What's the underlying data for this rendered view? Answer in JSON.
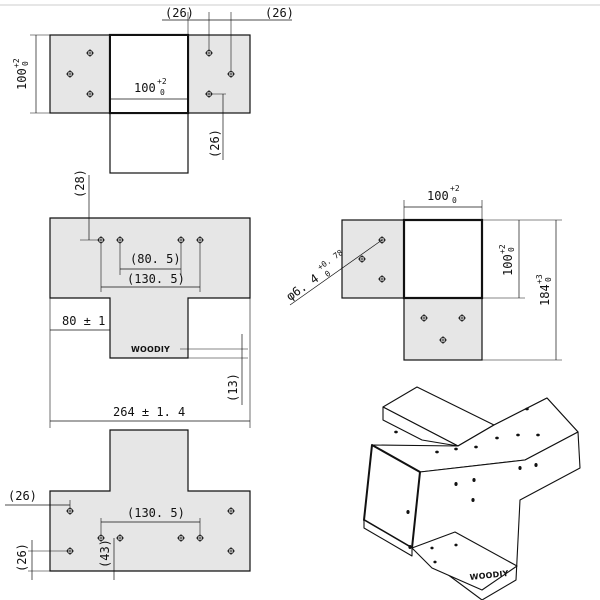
{
  "dimensions": {
    "top_left_26": "(26)",
    "top_right_26": "(26)",
    "top_height_100": "100",
    "top_height_tol_up": "+2",
    "top_height_tol_dn": "0",
    "top_inner_100": "100",
    "top_inner_tol_up": "+2",
    "top_inner_tol_dn": "0",
    "top_vert_26": "(26)",
    "front_28": "(28)",
    "front_80_5": "(80. 5)",
    "front_130_5": "(130. 5)",
    "front_80_tol": "80 ± 1",
    "front_13": "(13)",
    "front_264": "264 ± 1. 4",
    "side_100": "100",
    "side_100_tol_up": "+2",
    "side_100_tol_dn": "0",
    "side_100v": "100",
    "side_100v_tol_up": "+2",
    "side_100v_tol_dn": "0",
    "side_184": "184",
    "side_184_tol_up": "+3",
    "side_184_tol_dn": "0",
    "hole_dia": "φ6. 4",
    "hole_dia_tol_up": "+0. 78",
    "hole_dia_tol_dn": "0",
    "bottom_26_top": "(26)",
    "bottom_130_5": "(130. 5)",
    "bottom_26_side": "(26)",
    "bottom_43": "(43)"
  },
  "logo_text": "WOODIY",
  "iso_logo_text": "WOODIY"
}
